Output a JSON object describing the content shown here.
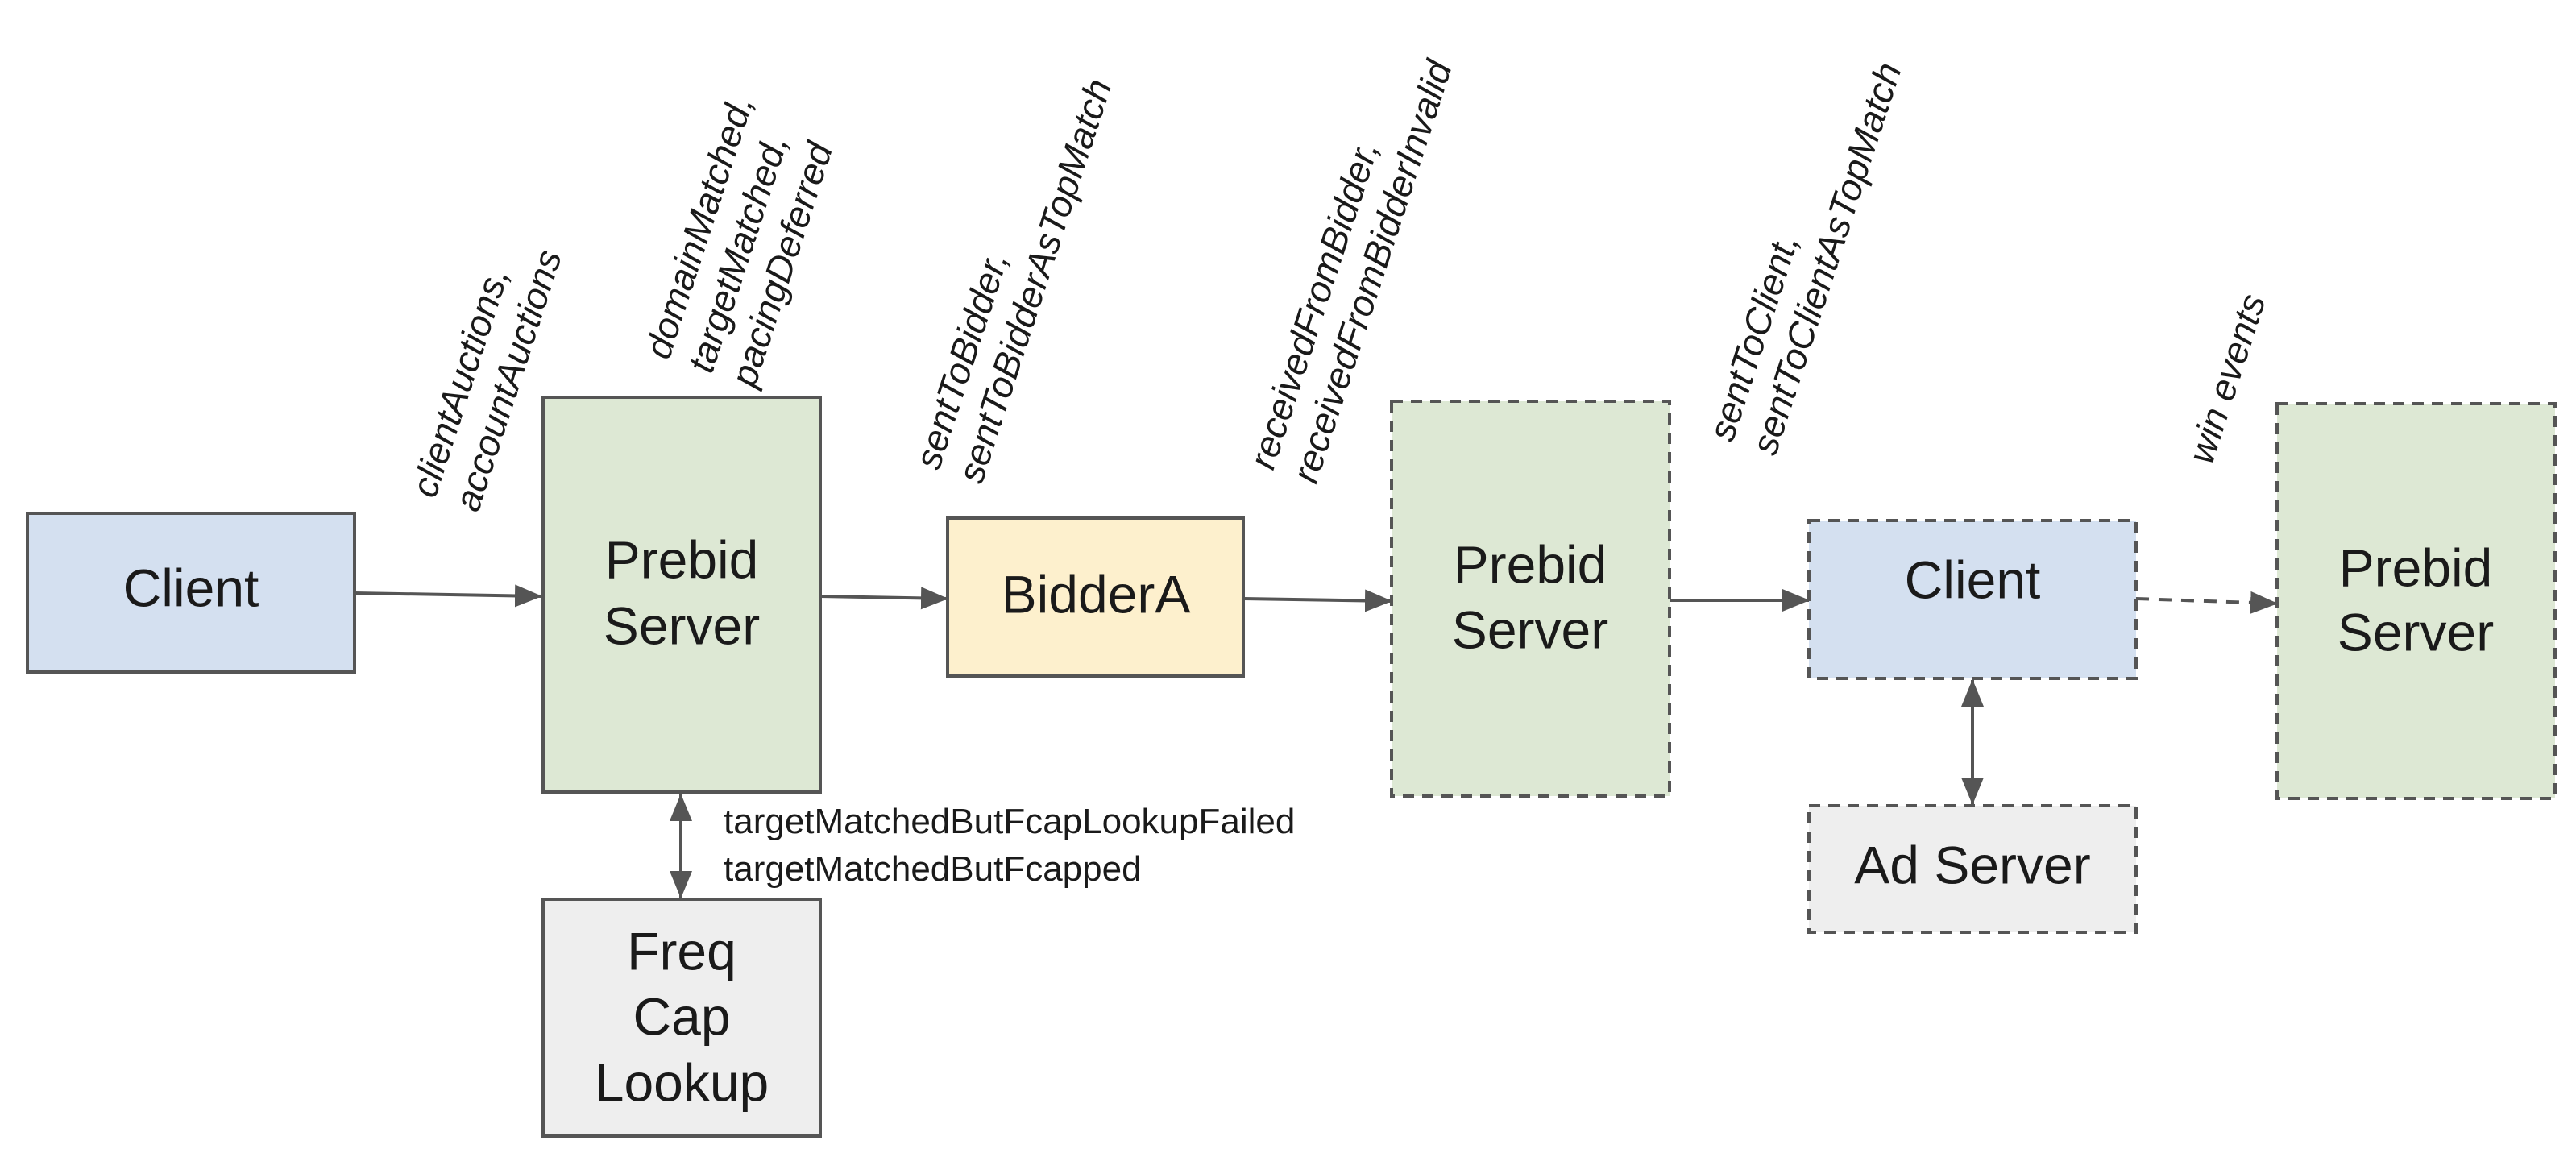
{
  "nodes": {
    "client_1": {
      "lines": [
        "Client"
      ],
      "fill": "#d4e0f0",
      "dashed": false
    },
    "prebid_server_1": {
      "lines": [
        "Prebid",
        "Server"
      ],
      "fill": "#dde8d4",
      "dashed": false
    },
    "bidder_a": {
      "lines": [
        "BidderA"
      ],
      "fill": "#fdf0cd",
      "dashed": false
    },
    "prebid_server_2": {
      "lines": [
        "Prebid",
        "Server"
      ],
      "fill": "#dde8d4",
      "dashed": true
    },
    "client_2": {
      "lines": [
        "Client"
      ],
      "fill": "#d4e0f0",
      "dashed": true
    },
    "prebid_server_3": {
      "lines": [
        "Prebid",
        "Server"
      ],
      "fill": "#dde8d4",
      "dashed": true
    },
    "freq_cap_lookup": {
      "lines": [
        "Freq",
        "Cap",
        "Lookup"
      ],
      "fill": "#eeeeee",
      "dashed": false
    },
    "ad_server": {
      "lines": [
        "Ad Server"
      ],
      "fill": "#eeeeee",
      "dashed": true
    }
  },
  "edge_labels": {
    "client_to_prebid": [
      "clientAuctions,",
      "accountAuctions"
    ],
    "prebid_matching": [
      "domainMatched,",
      "targetMatched,",
      "pacingDeferred"
    ],
    "prebid_to_bidder": [
      "sentToBidder,",
      "sentToBidderAsTopMatch"
    ],
    "bidder_to_prebid": [
      "receivedFromBidder,",
      "receivedFromBidderInvalid"
    ],
    "prebid_to_client": [
      "sentToClient,",
      "sentToClientAsTopMatch"
    ],
    "client_to_prebid_win": [
      "win events"
    ]
  },
  "freq_cap_notes": [
    "targetMatchedButFcapLookupFailed",
    "targetMatchedButFcapped"
  ],
  "colors": {
    "stroke": "#555555",
    "arrow": "#555555",
    "text": "#1a1a1a"
  }
}
